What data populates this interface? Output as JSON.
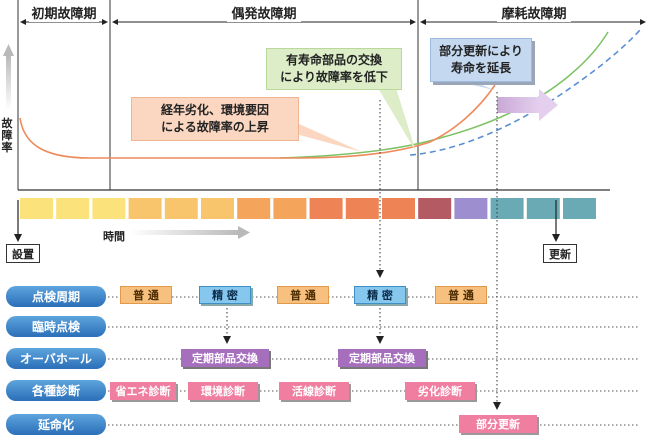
{
  "phases": {
    "early": "初期故障期",
    "random": "偶発故障期",
    "wearout": "摩耗故障期"
  },
  "axis": {
    "y_label": "故障率",
    "time_label": "時間"
  },
  "callouts": {
    "aging": [
      "経年劣化、環境要因",
      "による故障率の上昇"
    ],
    "replace": [
      "有寿命部品の交換",
      "により故障率を低下"
    ],
    "renew": [
      "部分更新により",
      "寿命を延長"
    ]
  },
  "markers": {
    "install": "設置",
    "renewal": "更新"
  },
  "timeline_colors": [
    "#fce27a",
    "#fce27a",
    "#fce27a",
    "#f8c56d",
    "#f8c56d",
    "#f8c56d",
    "#f4a55b",
    "#f4a55b",
    "#ee8455",
    "#ee8455",
    "#ee8455",
    "#b45a62",
    "#9d8fcf",
    "#6aaab5",
    "#6aaab5",
    "#6aaab5"
  ],
  "rows": [
    {
      "label": "点検周期"
    },
    {
      "label": "臨時点検"
    },
    {
      "label": "オーバホール"
    },
    {
      "label": "各種診断"
    },
    {
      "label": "延命化"
    }
  ],
  "inspection": {
    "normal": "普 通",
    "precise": "精 密"
  },
  "overhaul": {
    "periodic": "定期部品交換"
  },
  "diagnosis": {
    "energy": "省エネ診断",
    "environment": "環境診断",
    "live_line": "活線診断",
    "degradation": "劣化診断"
  },
  "extension": {
    "partial": "部分更新"
  }
}
